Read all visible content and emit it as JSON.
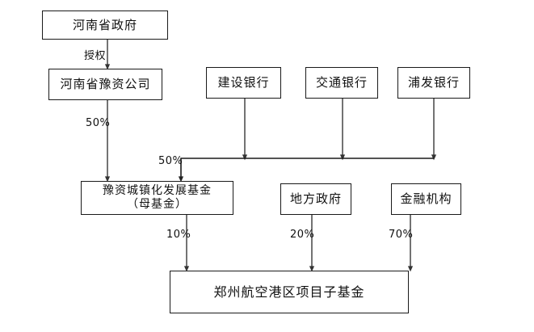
{
  "diagram": {
    "type": "org-flow",
    "nodes": [
      {
        "id": "provincial-government",
        "label": "河南省政府"
      },
      {
        "id": "yuzi-company",
        "label": "河南省豫资公司"
      },
      {
        "id": "ccb-bank",
        "label": "建设银行"
      },
      {
        "id": "bocom-bank",
        "label": "交通银行"
      },
      {
        "id": "spdb-bank",
        "label": "浦发银行"
      },
      {
        "id": "urbanization-fund",
        "label_line1": "豫资城镇化发展基金",
        "label_line2": "（母基金）"
      },
      {
        "id": "local-government",
        "label": "地方政府"
      },
      {
        "id": "financial-institution",
        "label": "金融机构"
      },
      {
        "id": "airport-sub-fund",
        "label": "郑州航空港区项目子基金"
      }
    ],
    "edge_labels": {
      "authorization": "授权",
      "yuzi_to_fund": "50%",
      "banks_to_fund": "50%",
      "fund_to_subfund": "10%",
      "localgov_to_subfund": "20%",
      "fininst_to_subfund": "70%"
    },
    "colors": {
      "border": "#1a1a1a",
      "connector": "#444444",
      "text": "#111111",
      "background": "#ffffff"
    }
  }
}
